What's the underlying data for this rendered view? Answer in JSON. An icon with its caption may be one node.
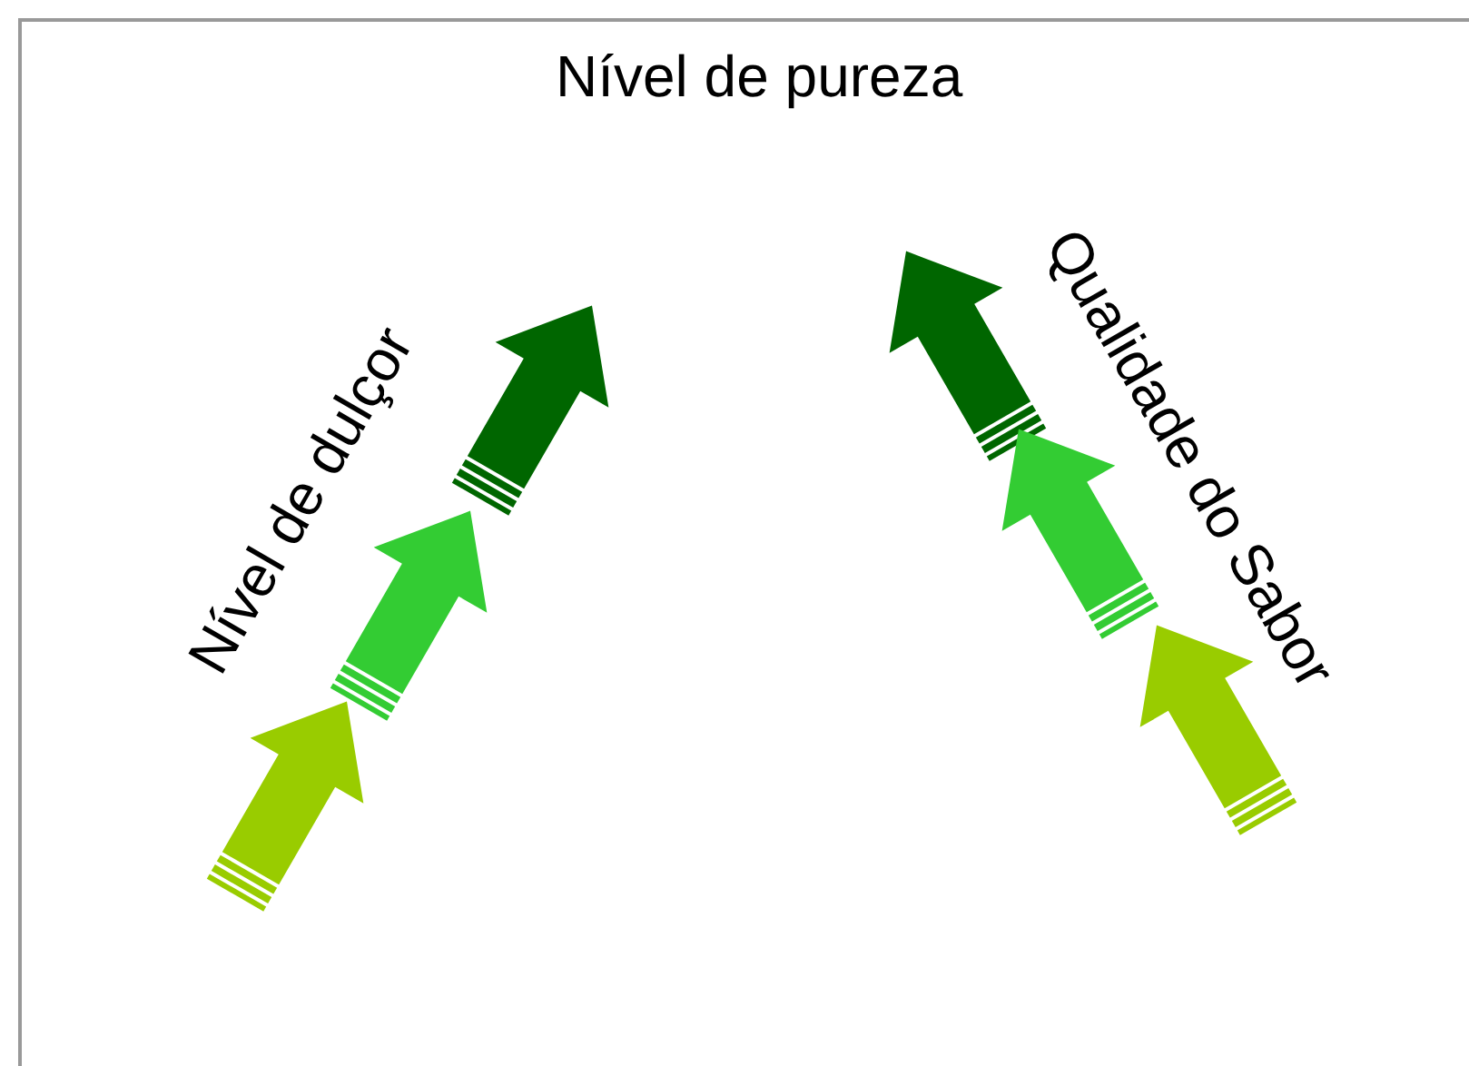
{
  "diagram": {
    "title": "Nível de pureza",
    "labels": [
      "Nível de dulçor",
      "Qualidade do Sabor"
    ]
  }
}
